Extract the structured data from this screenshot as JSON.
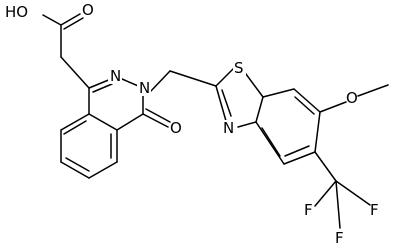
{
  "molecule": {
    "atom_labels": {
      "hydroxyl": "HO",
      "carbonyl_acid_o": "O",
      "phthalazine_n1": "N",
      "phthalazine_n2": "N",
      "ketone_o": "O",
      "thiazole_s": "S",
      "thiazole_n": "N",
      "methoxy_o": "O",
      "fluorine_1": "F",
      "fluorine_2": "F",
      "fluorine_3": "F"
    }
  }
}
